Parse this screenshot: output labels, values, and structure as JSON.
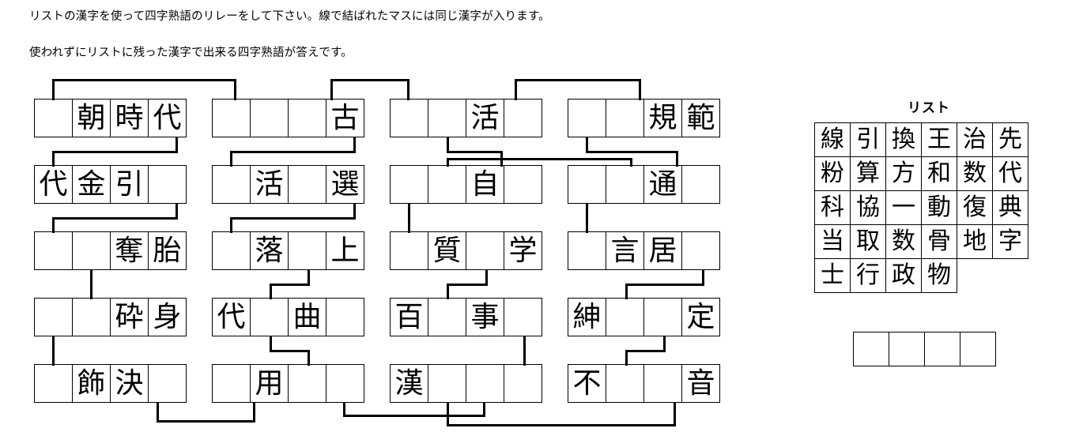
{
  "instructions": {
    "line1": "リストの漢字を使って四字熟語のリレーをして下さい。線で結ばれたマスには同じ漢字が入ります。",
    "line2": "使われずにリストに残った漢字で出来る四字熟語が答えです。"
  },
  "puzzle": {
    "columns": [
      {
        "id": "column-1",
        "rows": [
          {
            "cells": [
              "",
              "朝",
              "時",
              "代"
            ]
          },
          {
            "cells": [
              "代",
              "金",
              "引",
              ""
            ]
          },
          {
            "cells": [
              "",
              "",
              "奪",
              "胎"
            ]
          },
          {
            "cells": [
              "",
              "",
              "砕",
              "身"
            ]
          },
          {
            "cells": [
              "",
              "飾",
              "決",
              ""
            ]
          }
        ]
      },
      {
        "id": "column-2",
        "rows": [
          {
            "cells": [
              "",
              "",
              "",
              "古"
            ]
          },
          {
            "cells": [
              "",
              "活",
              "",
              "選"
            ]
          },
          {
            "cells": [
              "",
              "落",
              "",
              "上"
            ]
          },
          {
            "cells": [
              "代",
              "",
              "曲",
              ""
            ]
          },
          {
            "cells": [
              "",
              "用",
              "",
              ""
            ]
          }
        ]
      },
      {
        "id": "column-3",
        "rows": [
          {
            "cells": [
              "",
              "",
              "活",
              ""
            ]
          },
          {
            "cells": [
              "",
              "",
              "自",
              ""
            ]
          },
          {
            "cells": [
              "",
              "質",
              "",
              "学"
            ]
          },
          {
            "cells": [
              "百",
              "",
              "事",
              ""
            ]
          },
          {
            "cells": [
              "漢",
              "",
              "",
              ""
            ]
          }
        ]
      },
      {
        "id": "column-4",
        "rows": [
          {
            "cells": [
              "",
              "",
              "規",
              "範"
            ]
          },
          {
            "cells": [
              "",
              "",
              "通",
              ""
            ]
          },
          {
            "cells": [
              "",
              "言",
              "居",
              ""
            ]
          },
          {
            "cells": [
              "紳",
              "",
              "",
              "定"
            ]
          },
          {
            "cells": [
              "不",
              "",
              "",
              "音"
            ]
          }
        ]
      }
    ]
  },
  "list": {
    "title": "リスト",
    "rows": [
      [
        "線",
        "引",
        "換",
        "王",
        "治",
        "先"
      ],
      [
        "粉",
        "算",
        "方",
        "和",
        "数",
        "代"
      ],
      [
        "科",
        "協",
        "一",
        "動",
        "復",
        "典"
      ],
      [
        "当",
        "取",
        "数",
        "骨",
        "地",
        "字"
      ],
      [
        "士",
        "行",
        "政",
        "物",
        "",
        ""
      ]
    ]
  },
  "answer": {
    "cells": [
      "",
      "",
      "",
      ""
    ]
  },
  "colors": {
    "ink": "#000000",
    "paper": "#ffffff"
  }
}
